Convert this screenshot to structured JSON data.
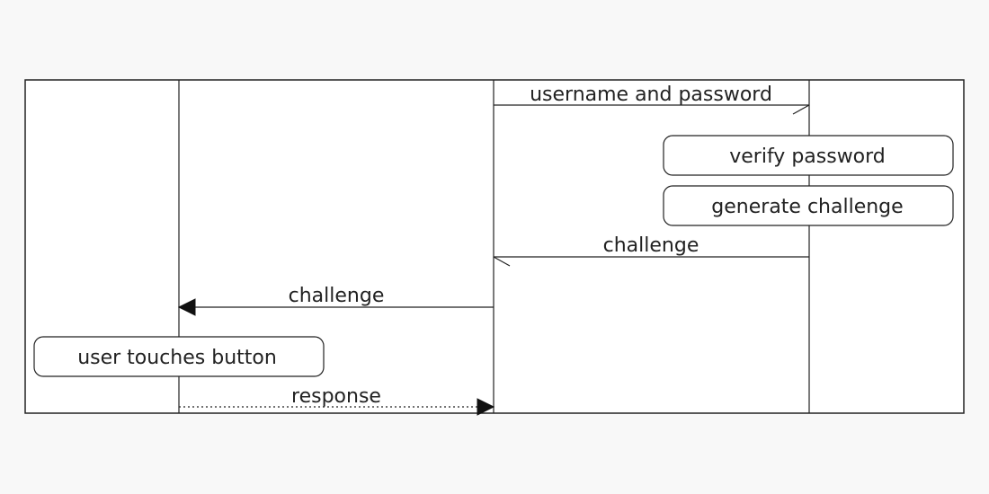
{
  "diagram": {
    "type": "sequence",
    "messages": {
      "m1": "username and password",
      "m2": "challenge",
      "m3": "challenge",
      "m4": "response"
    },
    "notes": {
      "n1": "verify password",
      "n2": "generate challenge",
      "n3": "user touches button"
    },
    "colors": {
      "line": "#222222",
      "background": "#ffffff",
      "page": "#f8f8f8"
    }
  }
}
